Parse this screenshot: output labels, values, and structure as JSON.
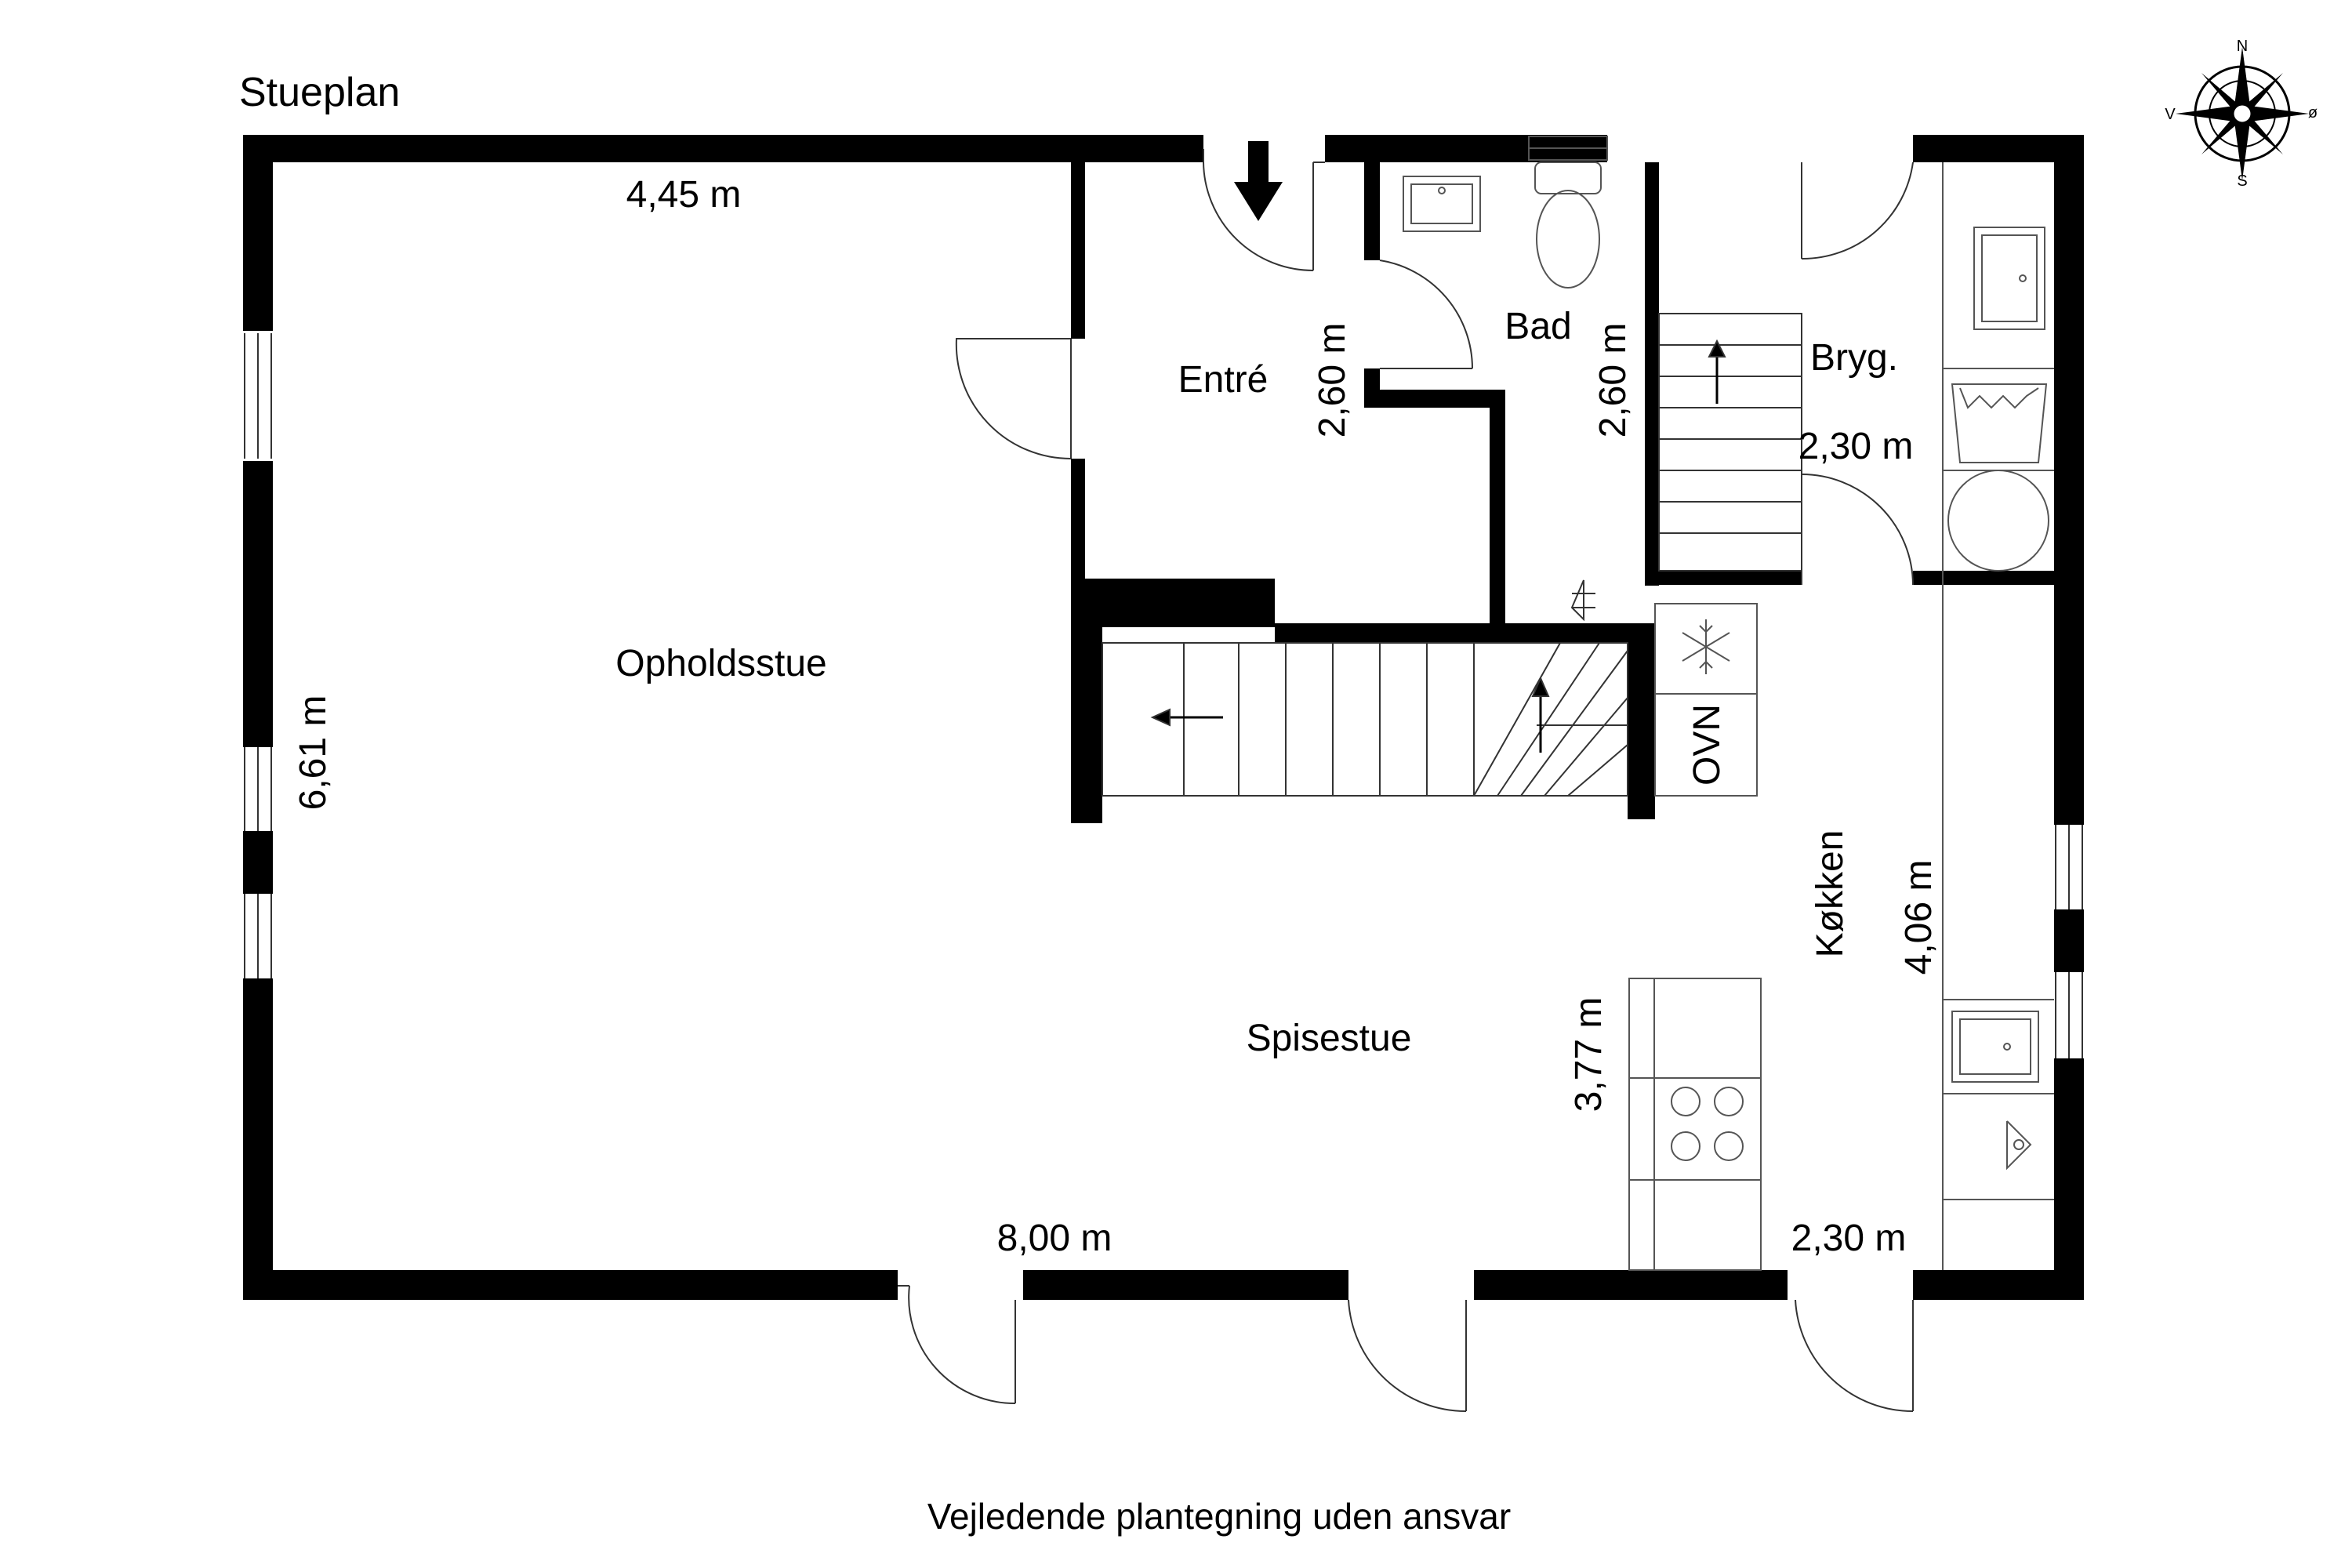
{
  "plan": {
    "title": "Stueplan",
    "footer": "Vejledende plantegning uden ansvar",
    "wall_color": "#000000"
  },
  "compass": {
    "n": "N",
    "s": "S",
    "e": "ø",
    "w": "V"
  },
  "rooms": {
    "living": "Opholdsstue",
    "dining": "Spisestue",
    "entry": "Entré",
    "bath": "Bad",
    "utility": "Bryg.",
    "kitchen": "Køkken"
  },
  "dimensions": {
    "top_width": "4,45 m",
    "living_depth": "6,61 m",
    "entry_depth": "2,60 m",
    "bath_depth": "2,60 m",
    "utility_width": "2,30 m",
    "bottom_width": "8,00 m",
    "kitchen_depth": "4,06 m",
    "counter_depth": "3,77 m",
    "kitchen_width": "2,30 m"
  },
  "appliances": {
    "oven": "OVN",
    "freezer": "snowflake-icon"
  }
}
